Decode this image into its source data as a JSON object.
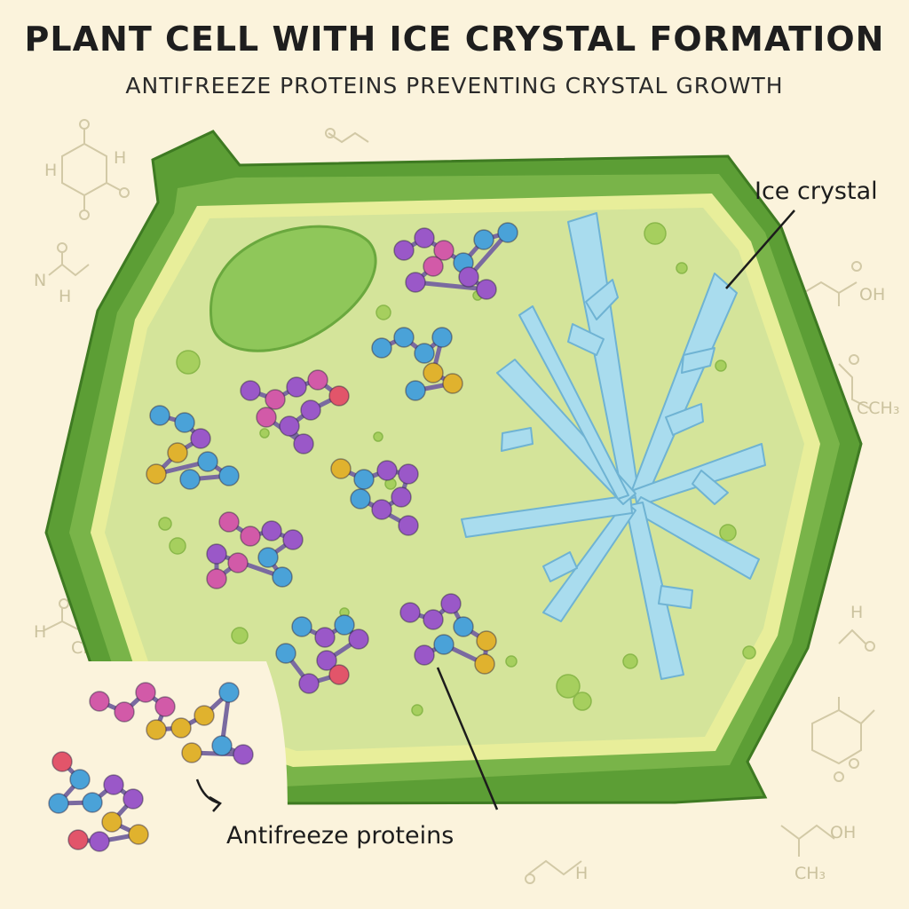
{
  "title": "PLANT CELL WITH ICE CRYSTAL FORMATION",
  "subtitle": "ANTIFREEZE PROTEINS PREVENTING CRYSTAL GROWTH",
  "labels": {
    "ice_crystal": "Ice crystal",
    "antifreeze_proteins": "Antifreeze proteins"
  },
  "doodle_text": {
    "h1": "H",
    "h2": "H",
    "n": "N",
    "h3": "H",
    "oh1": "OH",
    "cch3": "CCH₃",
    "h4": "H",
    "ch": "CH",
    "h5": "H",
    "oh2": "OH",
    "ch3": "CH₃",
    "h6": "H"
  },
  "colors": {
    "background": "#fbf3dc",
    "cell_wall": "#5c9e35",
    "cell_membrane": "#e8ee9a",
    "cytoplasm": "#d4e49a",
    "chloroplast": "#8fc75a",
    "ice": "#a9dcee",
    "protein_magenta": "#d25aa8",
    "protein_purple": "#9a58c8",
    "protein_blue": "#4aa2d8",
    "protein_gold": "#e0b22e",
    "protein_red": "#e2556a"
  }
}
